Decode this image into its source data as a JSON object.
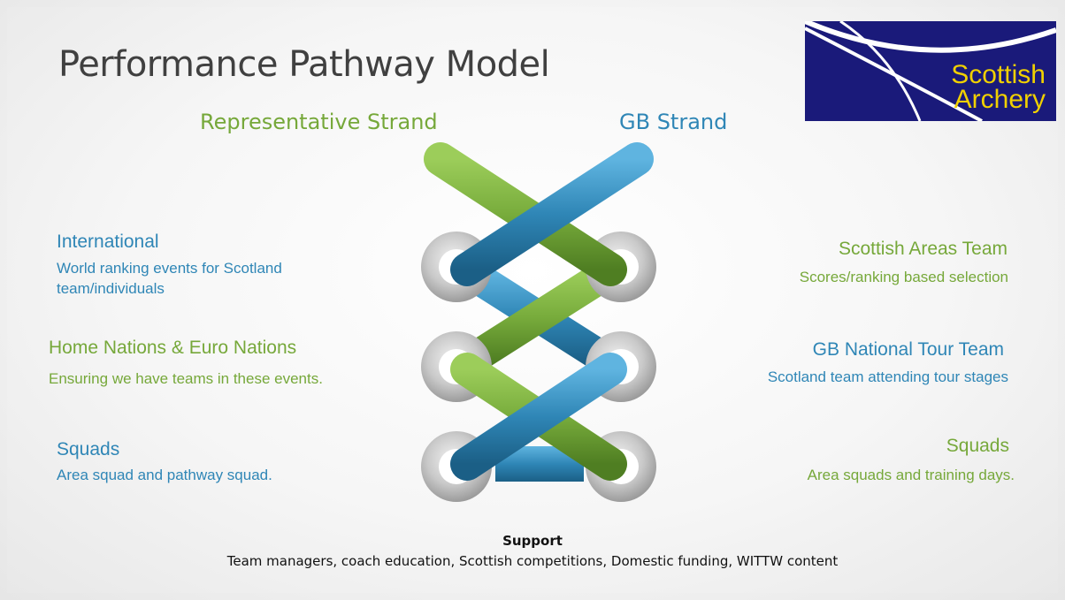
{
  "title": "Performance Pathway Model",
  "strands": {
    "left": "Representative Strand",
    "right": "GB Strand"
  },
  "left_items": [
    {
      "heading": "International",
      "desc_line1": "World ranking events for Scotland",
      "desc_line2": "team/individuals"
    },
    {
      "heading": "Home Nations & Euro Nations",
      "desc_line1": "Ensuring we have teams in these events."
    },
    {
      "heading": "Squads",
      "desc_line1": "Area squad and pathway squad."
    }
  ],
  "right_items": [
    {
      "heading": "Scottish Areas Team",
      "desc_line1": "Scores/ranking based selection"
    },
    {
      "heading": "GB National Tour Team",
      "desc_line1": "Scotland team attending tour stages"
    },
    {
      "heading": "Squads",
      "desc_line1": "Area squads and training days."
    }
  ],
  "support": {
    "heading": "Support",
    "text": "Team managers, coach education, Scottish competitions, Domestic funding, WITTW content"
  },
  "logo": {
    "line1": "Scottish",
    "line2": "Archery"
  },
  "colors": {
    "green": "#76a83a",
    "blue": "#2f86b6",
    "logo_bg": "#1a1a7a",
    "logo_text": "#f0d000"
  }
}
